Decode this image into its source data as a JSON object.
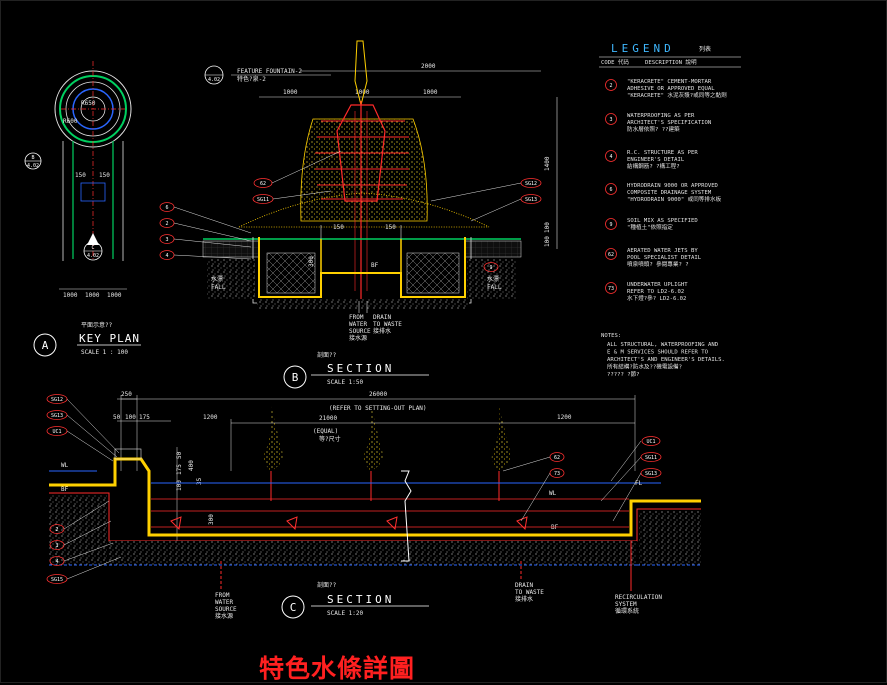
{
  "drawing_title": "特色水條詳圖",
  "legend": {
    "heading": "LEGEND",
    "heading_cn": "列表",
    "col_code": "CODE 代码",
    "col_desc": "DESCRIPTION 說明",
    "items": [
      {
        "code": "2",
        "lines": [
          "\"KERACRETE\" CEMENT-MORTAR",
          "ADHESIVE OR APPROVED EQUAL",
          "\"KERACRETE\" 水泥灰漿?或同等之黏劑"
        ]
      },
      {
        "code": "3",
        "lines": [
          "WATERPROOFING AS PER",
          "ARCHITECT'S SPECIFICATION",
          "防水層依照?    ??建築"
        ]
      },
      {
        "code": "4",
        "lines": [
          "R.C. STRUCTURE AS PER",
          "ENGINEER'S DETAIL",
          "結構鋼筋?    ?構工程?"
        ]
      },
      {
        "code": "6",
        "lines": [
          "HYDRODRAIN 9000 OR APPROVED",
          "COMPOSITE DRAINAGE SYSTEM",
          "\"HYDRODRAIN 9000\" 或同等排水板"
        ]
      },
      {
        "code": "9",
        "lines": [
          "SOIL MIX AS SPECIFIED",
          "\"種植土\"依照指定"
        ]
      },
      {
        "code": "62",
        "lines": [
          "AERATED WATER JETS BY",
          "POOL SPECIALIST DETAIL",
          "噴泉噴頭?  參閱專業?  ?"
        ]
      },
      {
        "code": "73",
        "lines": [
          "UNDERWATER UPLIGHT",
          "REFER TO LD2-6.02",
          "水下燈?參?    LD2-6.02"
        ]
      }
    ],
    "notes_heading": "NOTES:",
    "notes": [
      "ALL STRUCTURAL, WATERPROOFING AND",
      "E & M SERVICES SHOULD REFER TO",
      "ARCHITECT'S AND ENGINEER'S DETAILS.",
      "所有結構?防水及??機電設備?",
      "?????    ?節?"
    ]
  },
  "key_plan": {
    "letter": "A",
    "title_cn": "平面示意??",
    "title": "KEY PLAN",
    "scale": "SCALE    1 : 100",
    "callout_b": "B",
    "callout_b_ref": "4.02",
    "callout_c": "C",
    "callout_c_ref": "4.02",
    "dims": [
      "1000",
      "1000",
      "1000"
    ],
    "mid_dims": [
      "150",
      "150"
    ],
    "radius_labels": [
      "R650",
      "R600"
    ]
  },
  "section_b": {
    "letter": "B",
    "title_cn": "剖面??",
    "title": "SECTION",
    "scale": "SCALE         1:50",
    "feature_tag": "4.02",
    "feature_label": "FEATURE FOUNTAIN-2",
    "feature_label_cn": "特色?泉-2",
    "dim_top": "2000",
    "dims_split": [
      "1000",
      "1000",
      "1000"
    ],
    "dim_side": "1400",
    "dim_side2": [
      "100",
      "100"
    ],
    "dims_inner": [
      "150",
      "150",
      "300"
    ],
    "tags_left": [
      "62",
      "SG11",
      "6",
      "2",
      "3",
      "4"
    ],
    "tags_right": [
      "SG12",
      "SG13",
      "9"
    ],
    "fall_label": "FALL",
    "fall_cn": "水漂",
    "bf_label": "BF",
    "from_water": [
      "FROM",
      "WATER",
      "SOURCE",
      "接水源"
    ],
    "drain": [
      "DRAIN",
      "TO WASTE",
      "接排水"
    ]
  },
  "section_c": {
    "letter": "C",
    "title_cn": "剖面??",
    "title": "SECTION",
    "scale": "SCALE          1:20",
    "dim_overall": "26000",
    "dim_note": "(REFER TO SETTING-OUT PLAN)",
    "dim_mid": "21000",
    "dim_equal": "(EQUAL)",
    "dim_equal_cn": "等?尺寸",
    "dim_250": "250",
    "dims_small": [
      "50",
      "100",
      "175"
    ],
    "dim_1200_left": "1200",
    "dim_1200_right": "1200",
    "vert_dims": [
      "50",
      "175",
      "400",
      "100",
      "35",
      "300"
    ],
    "tags_left": [
      "SG12",
      "SG13",
      "UC1",
      "2",
      "3",
      "4",
      "SG15"
    ],
    "tags_right": [
      "UC1",
      "SG11",
      "SG13",
      "62",
      "73"
    ],
    "wl": "WL",
    "bf": "BF",
    "fl": "FL",
    "from_water": [
      "FROM",
      "WATER",
      "SOURCE",
      "接水源"
    ],
    "drain": [
      "DRAIN",
      "TO WASTE",
      "接排水"
    ],
    "recirc": [
      "RECIRCULATION",
      "SYSTEM",
      "循環系統"
    ]
  }
}
